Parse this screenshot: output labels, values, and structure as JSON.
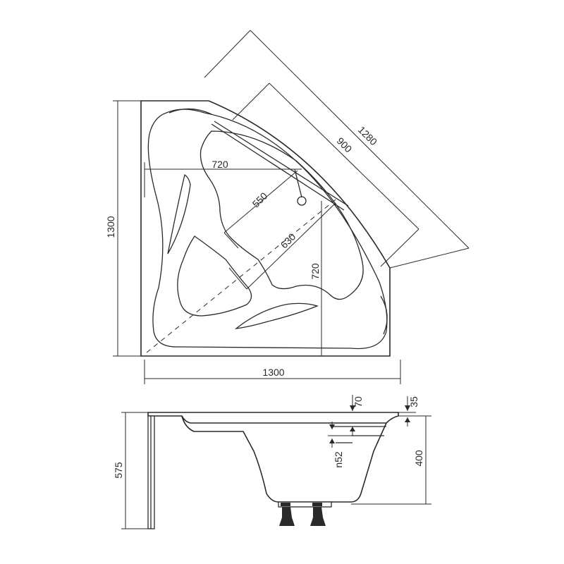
{
  "plan_view": {
    "diagonal_outer": "1280",
    "diagonal_inner": "900",
    "inner_width": "720",
    "inner_height": "720",
    "depth_550": "550",
    "depth_630": "630",
    "overall_width": "1300",
    "overall_height": "1300"
  },
  "side_view": {
    "rim_70": "70",
    "rim_35": "35",
    "drain_n52": "n52",
    "depth_400": "400",
    "height_575": "575"
  }
}
